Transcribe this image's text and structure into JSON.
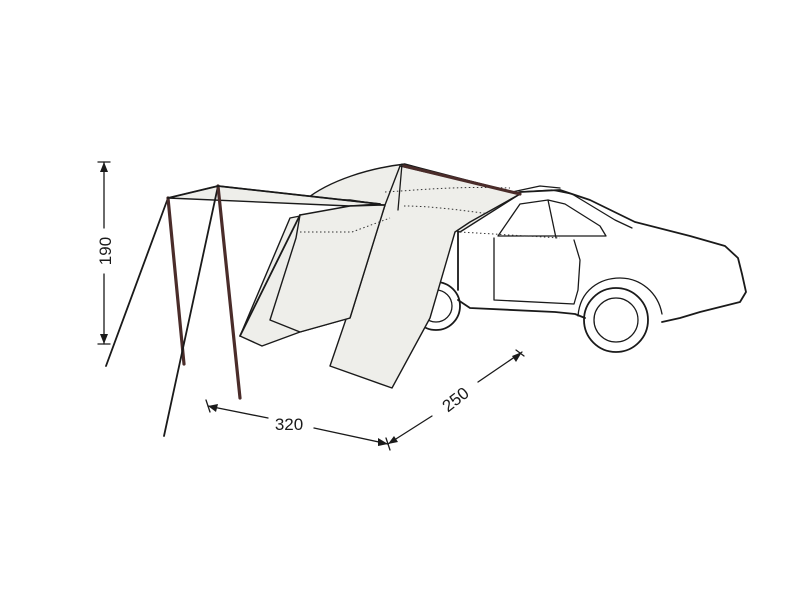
{
  "dimensions": {
    "height": "190",
    "width": "320",
    "depth": "250"
  },
  "colors": {
    "line": "#1a1a1a",
    "pole": "#4a2c2a",
    "fabric": "#eeeeea"
  }
}
